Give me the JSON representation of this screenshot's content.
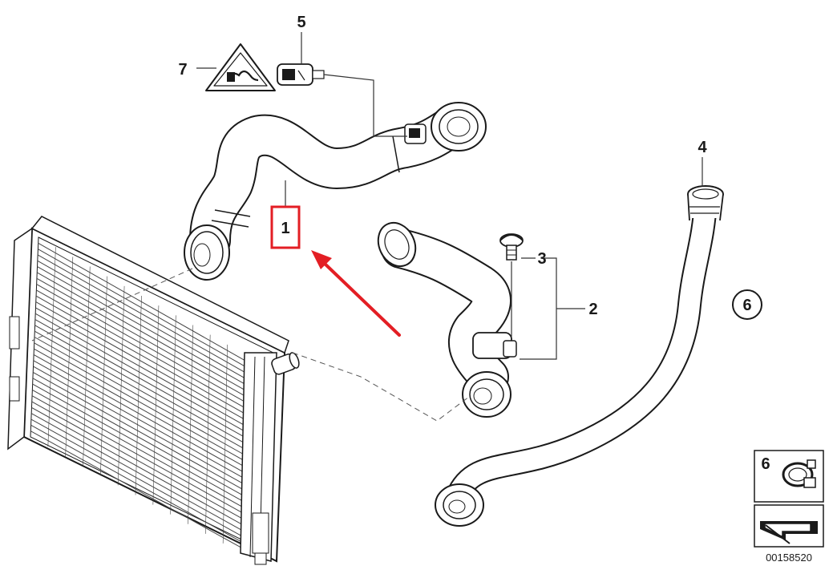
{
  "diagram": {
    "callouts": {
      "part1": "1",
      "part2": "2",
      "part3": "3",
      "part4": "4",
      "part5": "5",
      "part6_circle": "6",
      "part6_box": "6",
      "part7": "7"
    },
    "catalog_number": "00158520",
    "highlight_color": "#e31e24",
    "line_color": "#1a1a1a"
  }
}
